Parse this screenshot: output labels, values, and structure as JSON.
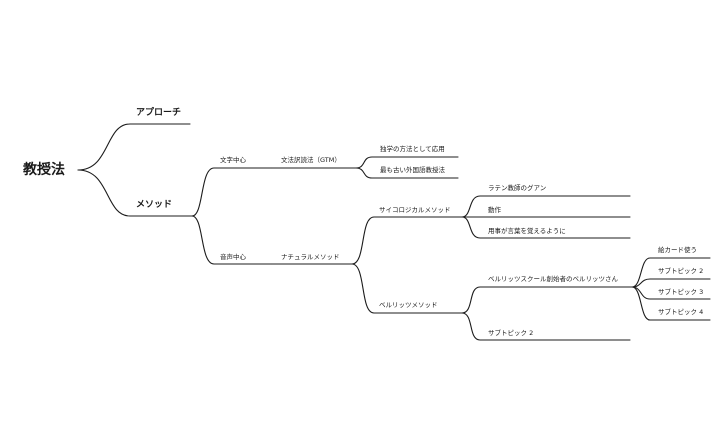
{
  "mindmap": {
    "root": "教授法",
    "approach": "アプローチ",
    "method": "メソッド",
    "text_centered": "文字中心",
    "sound_centered": "音声中心",
    "gtm": "文法訳読法（GTM）",
    "gtm_child_1": "独学の方法として応用",
    "gtm_child_2": "最も古い外国語教授法",
    "natural_method": "ナチュラルメソッド",
    "psychological_method": "サイコロジカルメソッド",
    "psy_child_1": "ラテン教師のグアン",
    "psy_child_2": "動作",
    "psy_child_3": "用事が言葉を覚えるように",
    "berlitz_method": "ベルリッツメソッド",
    "berlitz_founder": "ベルリッツスクール創始者のベルリッツさん",
    "berlitz_subtopic": "サブトピック 2",
    "founder_child_1": "絵カード使う",
    "founder_child_2": "サブトピック 2",
    "founder_child_3": "サブトピック 3",
    "founder_child_4": "サブトピック 4"
  }
}
